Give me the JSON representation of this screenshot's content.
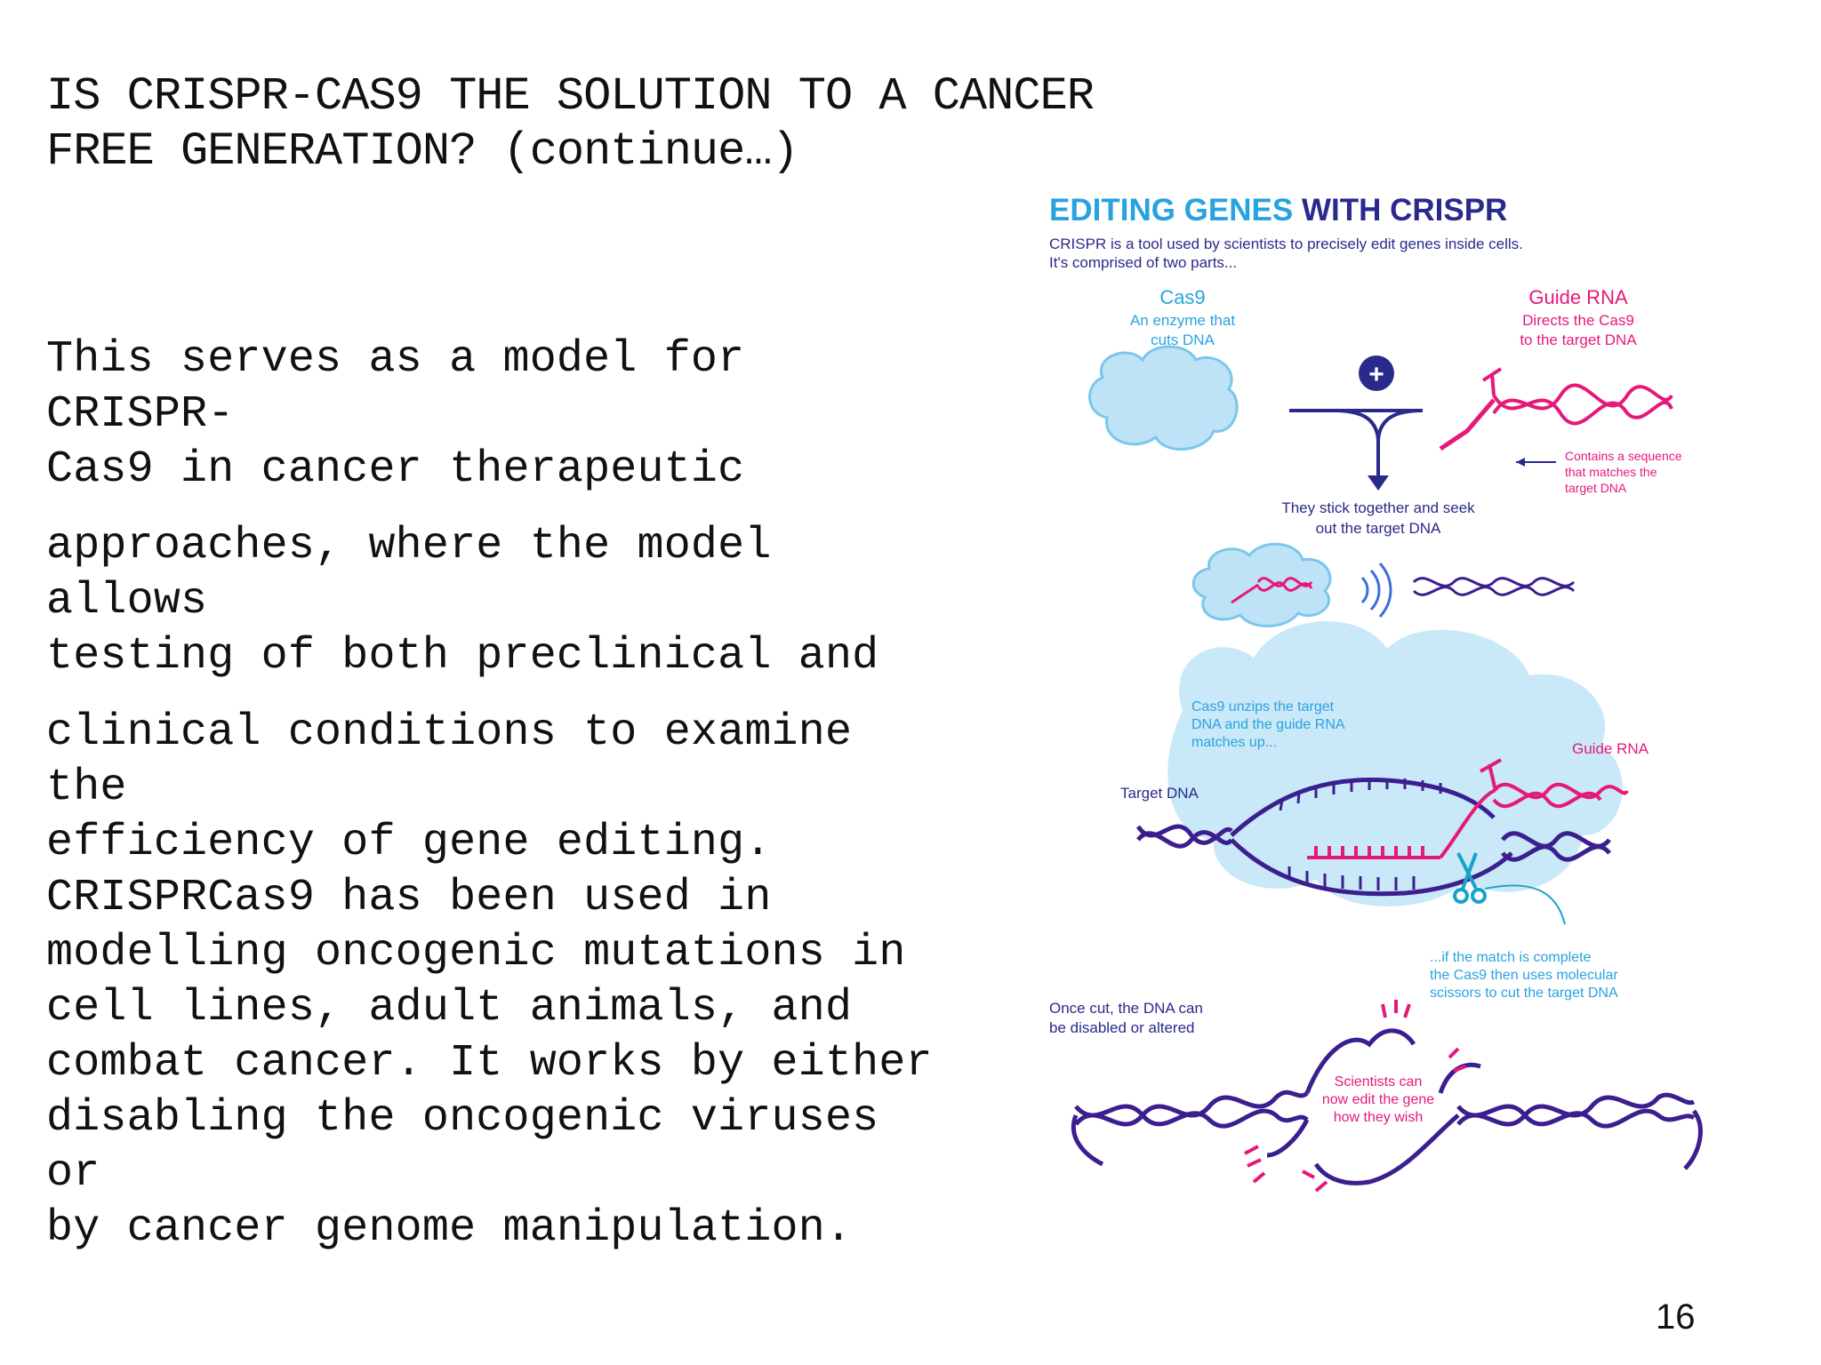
{
  "slide": {
    "title_lines": [
      "IS CRISPR-CAS9 THE SOLUTION TO A CANCER",
      "FREE GENERATION? (continue…)"
    ],
    "paragraphs": [
      [
        "This serves as a model for CRISPR-",
        "Cas9 in cancer therapeutic"
      ],
      [
        "approaches, where the model allows",
        "testing of both preclinical and"
      ],
      [
        "clinical conditions to examine the",
        "efficiency of gene editing.",
        "CRISPRCas9 has been used in",
        "modelling oncogenic mutations in",
        "cell lines, adult animals, and",
        "combat cancer. It works by either",
        "disabling the oncogenic viruses or",
        "by cancer genome manipulation."
      ]
    ],
    "page_number": "16"
  },
  "figure": {
    "heading_part1": "EDITING GENES",
    "heading_part2": " WITH CRISPR",
    "intro_line1": "CRISPR is a tool used by scientists to precisely edit genes inside cells.",
    "intro_line2": "It's comprised of two parts...",
    "cas9_title": "Cas9",
    "cas9_desc_line1": "An enzyme that",
    "cas9_desc_line2": "cuts DNA",
    "guide_title": "Guide RNA",
    "guide_desc_line1": "Directs the Cas9",
    "guide_desc_line2": "to the target DNA",
    "contains_line1": "Contains a sequence",
    "contains_line2": "that matches the",
    "contains_line3": "target DNA",
    "plus_symbol": "+",
    "stick_line1": "They stick together and seek",
    "stick_line2": "out the target DNA",
    "unzip_line1": "Cas9 unzips the target",
    "unzip_line2": "DNA and the guide RNA",
    "unzip_line3": "matches up...",
    "guide_label2": "Guide RNA",
    "target_label": "Target DNA",
    "match_line1": "...if the match is complete",
    "match_line2": "the Cas9 then uses molecular",
    "match_line3": "scissors to cut the target DNA",
    "once_line1": "Once cut, the DNA can",
    "once_line2": "be disabled or altered",
    "sci_line1": "Scientists can",
    "sci_line2": "now edit the gene",
    "sci_line3": "how they wish",
    "colors": {
      "heading_blue": "#29a3de",
      "heading_navy": "#2a2a8c",
      "dna_purple": "#3b1f8f",
      "rna_pink": "#e5197a",
      "cloud_blue": "#bfe3f6"
    }
  }
}
